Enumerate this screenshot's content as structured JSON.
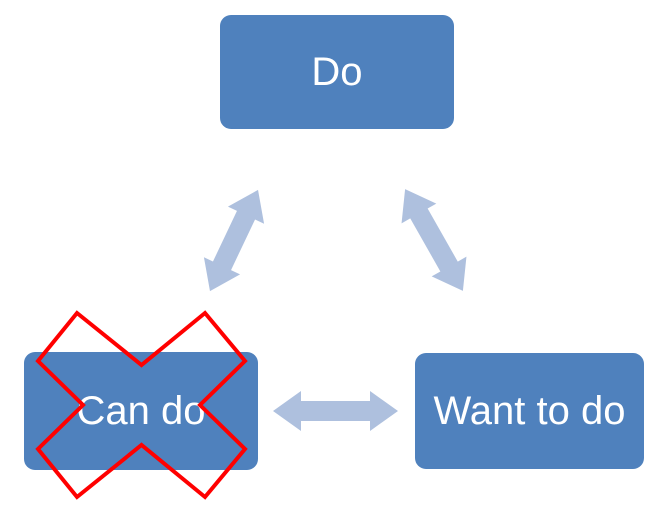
{
  "colors": {
    "node-fill": "#4f81bd",
    "node-text": "#ffffff",
    "arrow-fill": "#aec0de",
    "cross-stroke": "#ff0000",
    "background": "#ffffff"
  },
  "nodes": [
    {
      "id": "do",
      "label": "Do",
      "crossed_out": false
    },
    {
      "id": "can-do",
      "label": "Can do",
      "crossed_out": true
    },
    {
      "id": "want-to-do",
      "label": "Want to do",
      "crossed_out": false
    }
  ],
  "connections": [
    {
      "from": "Do",
      "to": "Can do",
      "type": "double-headed-arrow"
    },
    {
      "from": "Do",
      "to": "Want to do",
      "type": "double-headed-arrow"
    },
    {
      "from": "Can do",
      "to": "Want to do",
      "type": "double-headed-arrow"
    }
  ]
}
